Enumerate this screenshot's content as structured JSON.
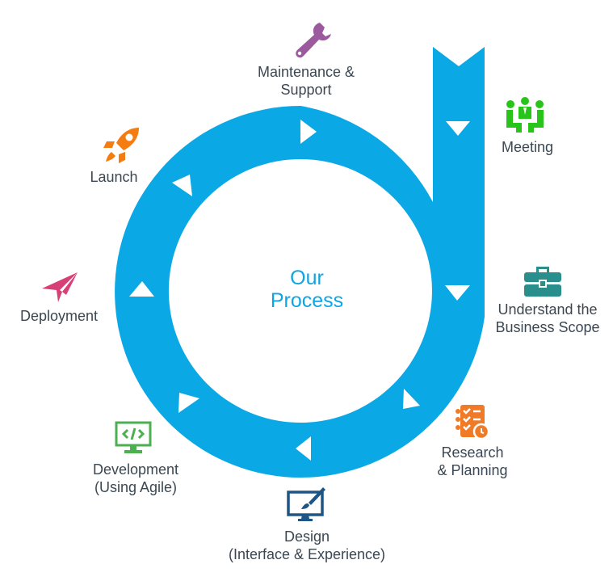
{
  "diagram": {
    "title_line1": "Our",
    "title_line2": "Process",
    "ring_color": "#0ba8e6",
    "label_color": "#3b4752",
    "flow_direction": "clockwise-from-top-right",
    "steps": [
      {
        "id": "meeting",
        "icon": "meeting-people-icon",
        "icon_color": "#29c41a",
        "line1": "Meeting",
        "line2": ""
      },
      {
        "id": "business-scope",
        "icon": "briefcase-icon",
        "icon_color": "#2a8f8c",
        "line1": "Understand the",
        "line2": "Business Scope"
      },
      {
        "id": "research",
        "icon": "checklist-clock-icon",
        "icon_color": "#f07a25",
        "line1": "Research",
        "line2": "& Planning"
      },
      {
        "id": "design",
        "icon": "monitor-brush-icon",
        "icon_color": "#1d5585",
        "line1": "Design",
        "line2": "(Interface & Experience)"
      },
      {
        "id": "development",
        "icon": "code-monitor-icon",
        "icon_color": "#4caf50",
        "line1": "Development",
        "line2": "(Using Agile)"
      },
      {
        "id": "deployment",
        "icon": "paper-plane-icon",
        "icon_color": "#d93f77",
        "line1": "Deployment",
        "line2": ""
      },
      {
        "id": "launch",
        "icon": "rocket-icon",
        "icon_color": "#f57c10",
        "line1": "Launch",
        "line2": ""
      },
      {
        "id": "maintenance",
        "icon": "wrench-icon",
        "icon_color": "#9b5a9e",
        "line1": "Maintenance &",
        "line2": "Support"
      }
    ]
  }
}
